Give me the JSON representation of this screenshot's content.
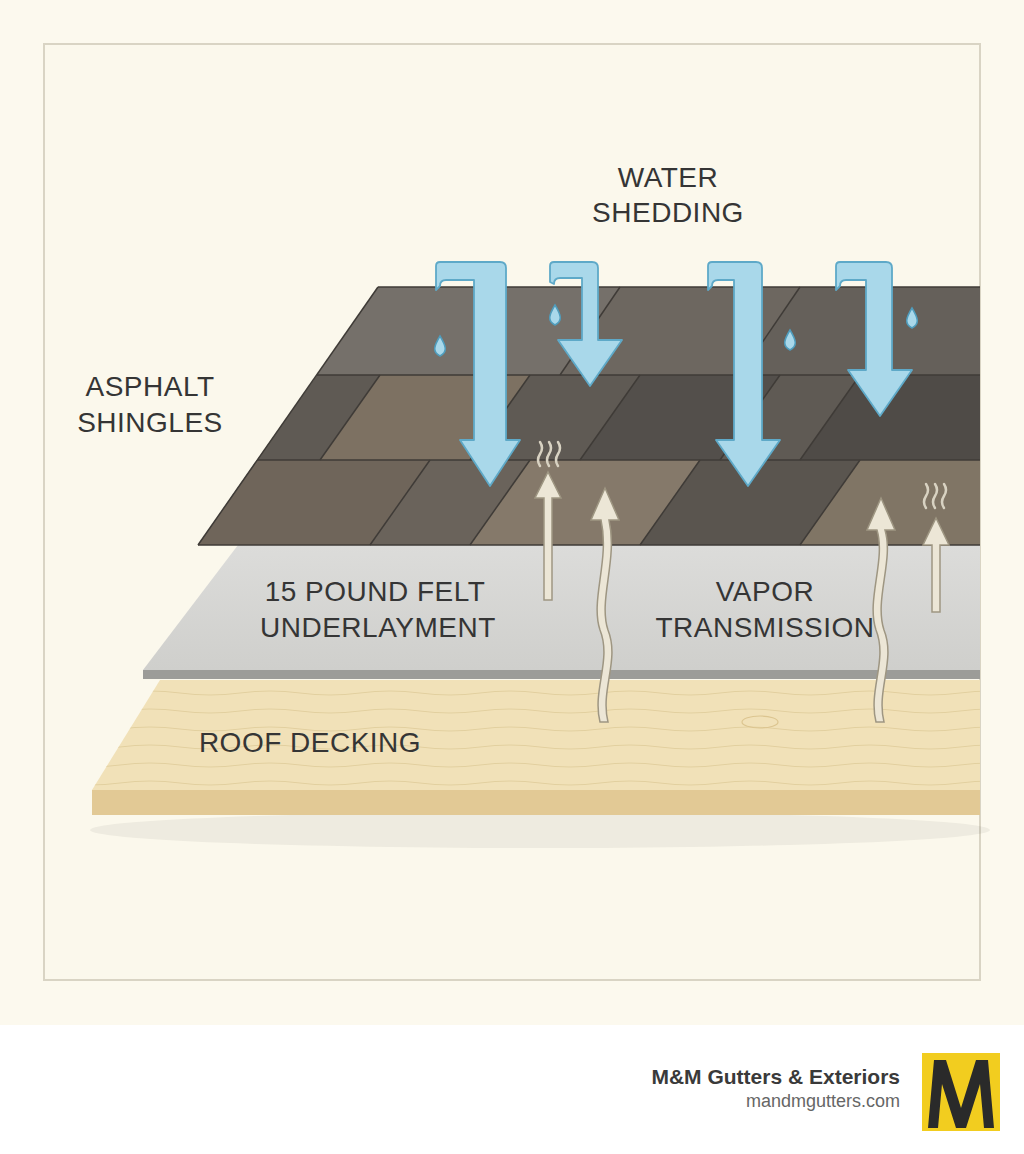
{
  "diagram": {
    "nodes": [
      {
        "text": [
          "ASPHALT SHINGLES"
        ]
      },
      {
        "text": [
          "15 POUND FELT UNDERLAYMENT",
          "VAPOR TRANSMISSION"
        ]
      },
      {
        "text": [
          "ROOF DECKING"
        ]
      }
    ],
    "labels": [
      "WATER SHEDDING",
      "M&M Gutters & Exteriors",
      "mandmgutters.com"
    ]
  }
}
